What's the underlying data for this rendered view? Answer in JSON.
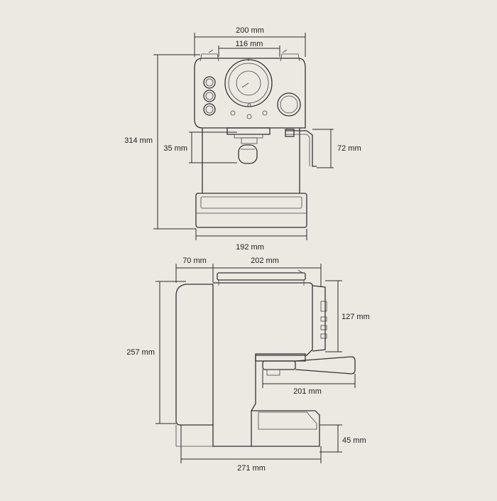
{
  "diagram": {
    "front_view": {
      "width_total": "200 mm",
      "width_top_handles": "116 mm",
      "height_total": "314 mm",
      "portafilter_height": "35 mm",
      "steam_wand_height": "72 mm",
      "base_width": "192 mm"
    },
    "side_view": {
      "tank_depth": "70 mm",
      "body_depth": "202 mm",
      "control_panel_height": "127 mm",
      "height_total": "257 mm",
      "portafilter_reach": "201 mm",
      "drip_tray_height": "45 mm",
      "depth_total": "271 mm"
    }
  },
  "colors": {
    "background": "#ece9e3",
    "line": "#2a2a2a"
  }
}
